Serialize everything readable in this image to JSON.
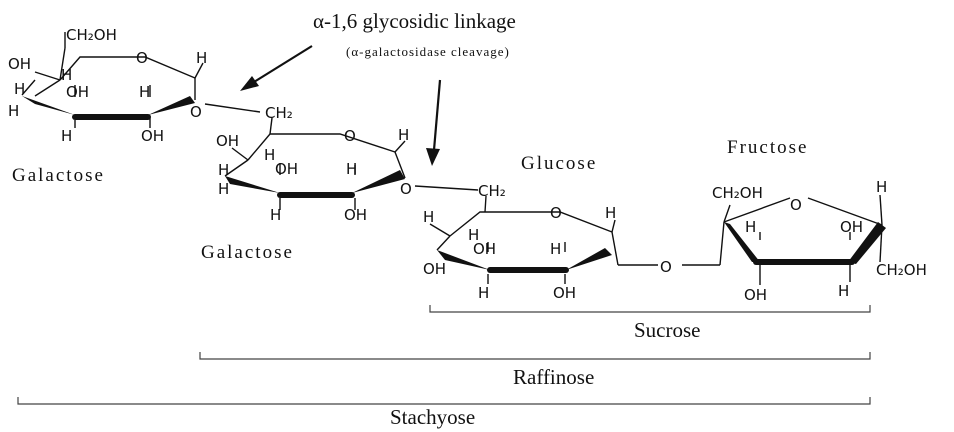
{
  "annotation": {
    "title": "α-1,6 glycosidic linkage",
    "subtitle": "(α-galactosidase cleavage)"
  },
  "labels": {
    "galactose_1": "Galactose",
    "galactose_2": "Galactose",
    "glucose": "Glucose",
    "fructose": "Fructose"
  },
  "brackets": {
    "sucrose": "Sucrose",
    "raffinose": "Raffinose",
    "stachyose": "Stachyose"
  },
  "atoms": {
    "ch2oh": "CH₂OH",
    "ch2": "CH₂",
    "oh": "OH",
    "h": "H",
    "o": "O"
  }
}
